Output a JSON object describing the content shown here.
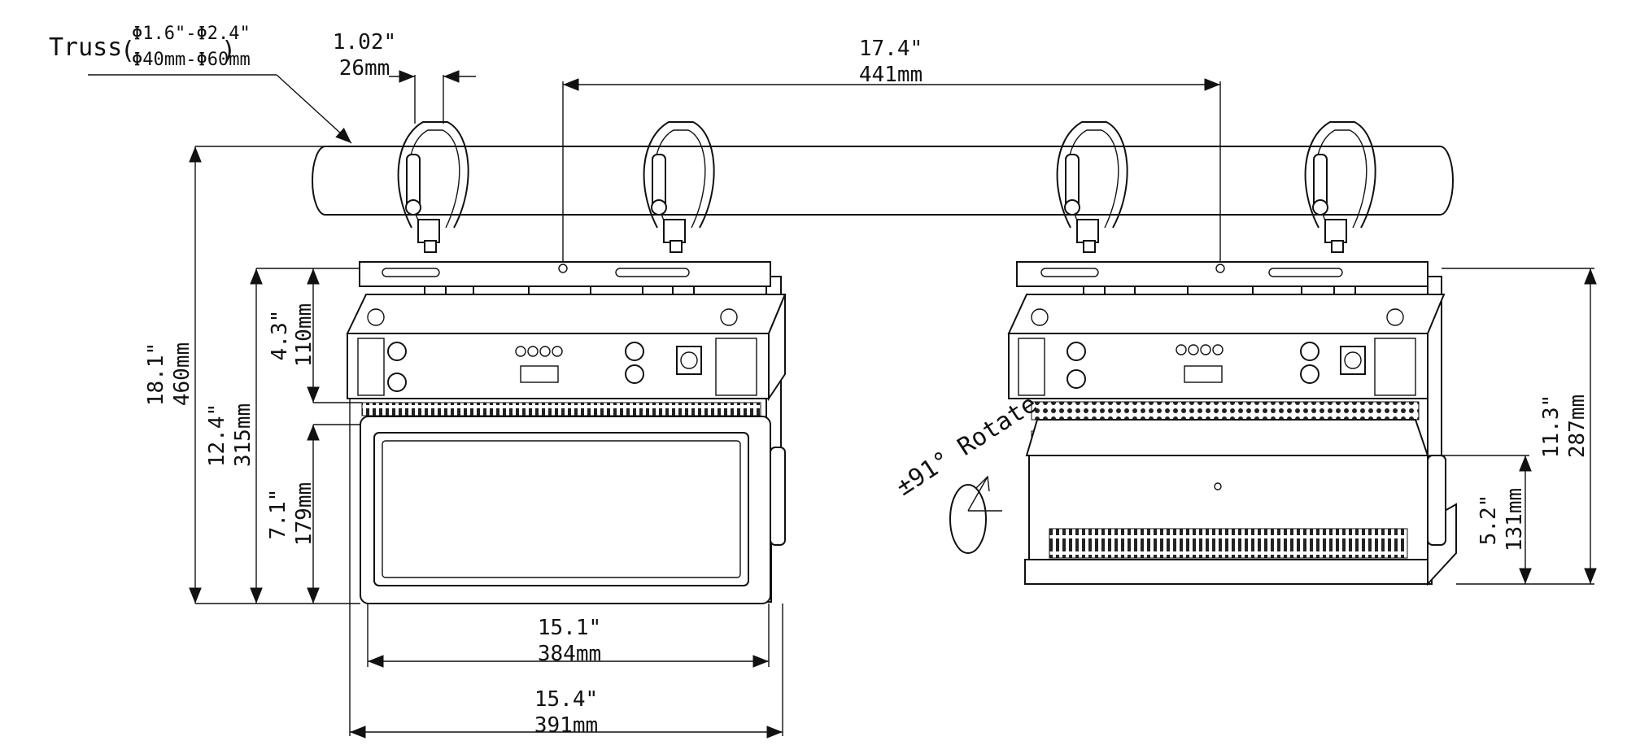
{
  "truss": {
    "label": "Truss",
    "dia_in": "Φ1.6\"-Φ2.4\"",
    "dia_mm": "Φ40mm-Φ60mm"
  },
  "dims": {
    "clamp_w_in": "1.02\"",
    "clamp_w_mm": "26mm",
    "clamp_span_in": "17.4\"",
    "clamp_span_mm": "441mm",
    "total_h_in": "18.1\"",
    "total_h_mm": "460mm",
    "body_h_in": "12.4\"",
    "body_h_mm": "315mm",
    "bracket_h_in": "4.3\"",
    "bracket_h_mm": "110mm",
    "head_h_in": "7.1\"",
    "head_h_mm": "179mm",
    "head_w_in": "15.1\"",
    "head_w_mm": "384mm",
    "total_w_in": "15.4\"",
    "total_w_mm": "391mm",
    "side_h_in": "11.3\"",
    "side_h_mm": "287mm",
    "side_head_in": "5.2\"",
    "side_head_mm": "131mm"
  },
  "rotate_label": "±91° Rotate"
}
